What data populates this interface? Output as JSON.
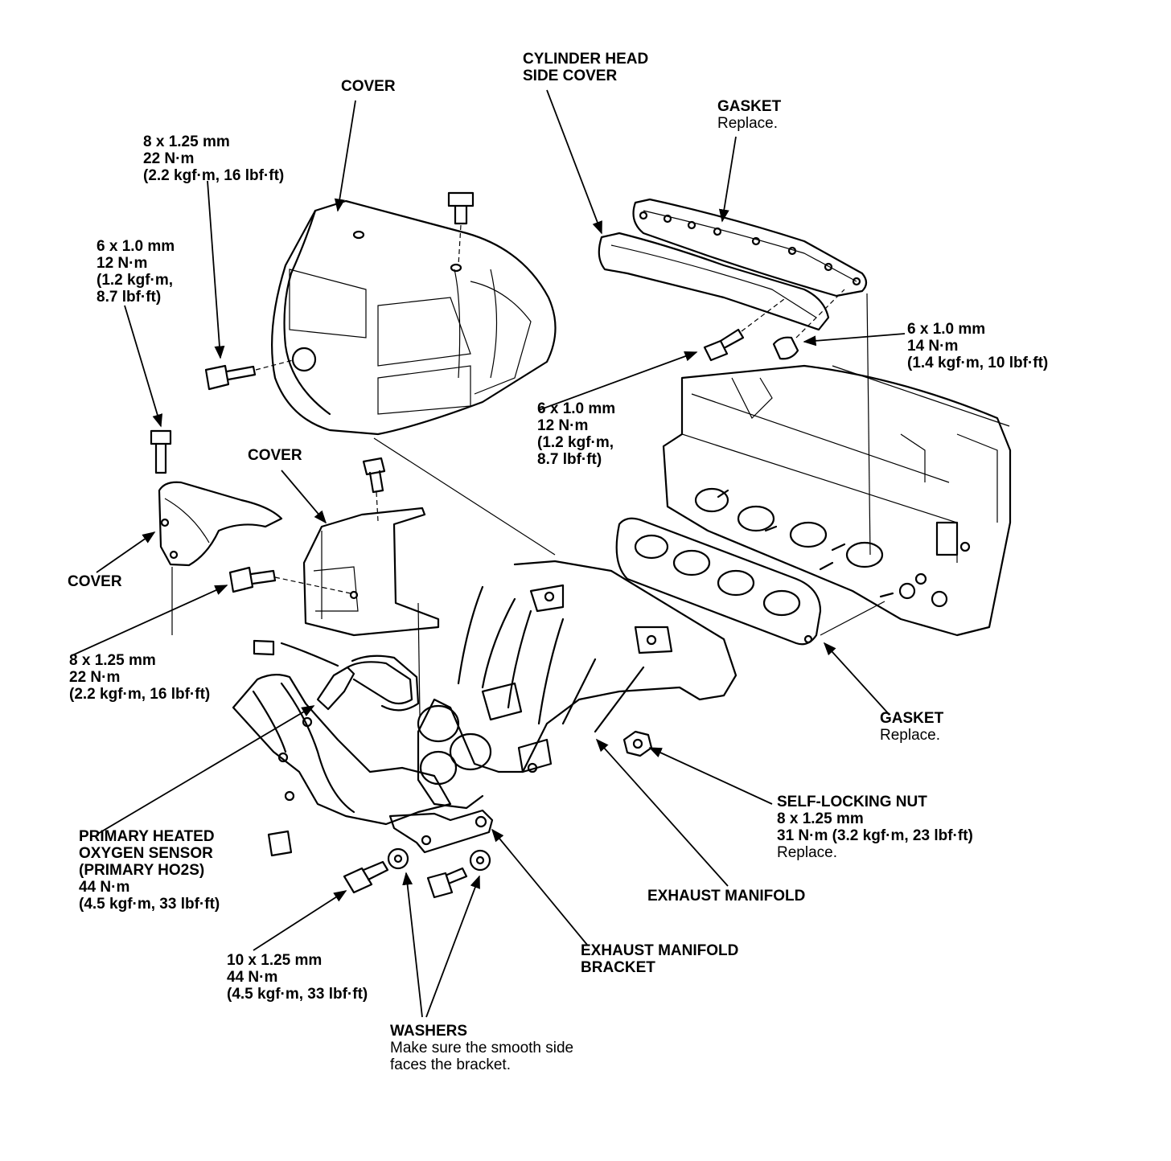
{
  "callouts": {
    "cover_top": {
      "title": "COVER"
    },
    "cover_top_bolt": {
      "lines": [
        "8 x 1.25 mm",
        "22 N·m",
        "(2.2 kgf·m, 16 lbf·ft)"
      ]
    },
    "cover_left_bolt": {
      "lines": [
        "6 x 1.0 mm",
        "12 N·m",
        "(1.2 kgf·m,",
        "8.7 lbf·ft)"
      ]
    },
    "cylinder_head_side_cover": {
      "lines": [
        "CYLINDER HEAD",
        "SIDE COVER"
      ]
    },
    "gasket_top": {
      "title": "GASKET",
      "note": "Replace."
    },
    "side_cover_bolt_right": {
      "lines": [
        "6 x 1.0 mm",
        "14 N·m",
        "(1.4 kgf·m, 10 lbf·ft)"
      ]
    },
    "side_cover_bolt_mid": {
      "lines": [
        "6 x 1.0 mm",
        "12 N·m",
        "(1.2 kgf·m,",
        "8.7 lbf·ft)"
      ]
    },
    "cover_middle": {
      "title": "COVER"
    },
    "cover_left": {
      "title": "COVER"
    },
    "cover_middle_bolt": {
      "lines": [
        "8 x 1.25 mm",
        "22 N·m",
        "(2.2 kgf·m, 16 lbf·ft)"
      ]
    },
    "gasket_manifold": {
      "title": "GASKET",
      "note": "Replace."
    },
    "self_locking_nut": {
      "lines": [
        "SELF-LOCKING NUT",
        "8 x 1.25 mm",
        "31 N·m (3.2 kgf·m, 23 lbf·ft)"
      ],
      "note": "Replace."
    },
    "primary_ho2s": {
      "lines": [
        "PRIMARY HEATED",
        "OXYGEN SENSOR",
        "(PRIMARY HO2S)",
        "44 N·m",
        "(4.5 kgf·m, 33 lbf·ft)"
      ]
    },
    "exhaust_manifold": {
      "title": "EXHAUST MANIFOLD"
    },
    "exhaust_manifold_bracket": {
      "lines": [
        "EXHAUST MANIFOLD",
        "BRACKET"
      ]
    },
    "bracket_bolt": {
      "lines": [
        "10 x 1.25 mm",
        "44 N·m",
        "(4.5 kgf·m, 33 lbf·ft)"
      ]
    },
    "washers": {
      "title": "WASHERS",
      "notes": [
        "Make sure the smooth side",
        "faces the bracket."
      ]
    }
  }
}
